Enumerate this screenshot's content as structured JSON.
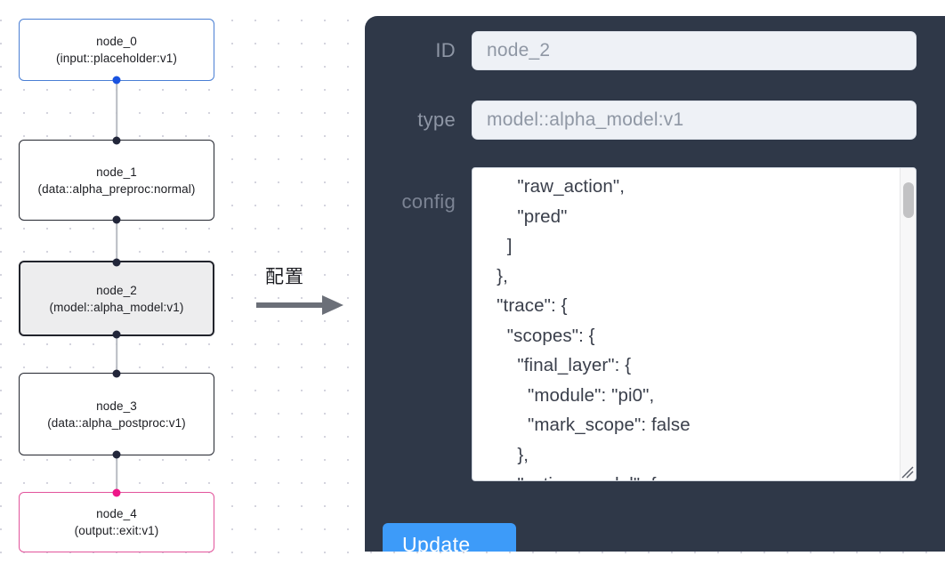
{
  "canvas": {
    "grid": "dotted",
    "nodes": [
      {
        "id": "node_0",
        "title": "node_0",
        "subtitle": "(input::placeholder:v1)",
        "accent": "#4a7fd4",
        "state": "normal",
        "handles": [
          "bottom"
        ]
      },
      {
        "id": "node_1",
        "title": "node_1",
        "subtitle": "(data::alpha_preproc:normal)",
        "accent": "#23262f",
        "state": "normal",
        "handles": [
          "top",
          "bottom"
        ]
      },
      {
        "id": "node_2",
        "title": "node_2",
        "subtitle": "(model::alpha_model:v1)",
        "accent": "#22242c",
        "state": "selected",
        "handles": [
          "top",
          "bottom"
        ]
      },
      {
        "id": "node_3",
        "title": "node_3",
        "subtitle": "(data::alpha_postproc:v1)",
        "accent": "#23262f",
        "state": "normal",
        "handles": [
          "top",
          "bottom"
        ]
      },
      {
        "id": "node_4",
        "title": "node_4",
        "subtitle": "(output::exit:v1)",
        "accent": "#e2549b",
        "state": "normal",
        "handles": [
          "top"
        ]
      }
    ],
    "edges": [
      {
        "from": "node_0",
        "to": "node_1"
      },
      {
        "from": "node_1",
        "to": "node_2"
      },
      {
        "from": "node_2",
        "to": "node_3"
      },
      {
        "from": "node_3",
        "to": "node_4"
      }
    ]
  },
  "annotation": {
    "label": "配置",
    "arrow": "right-arrow"
  },
  "panel": {
    "background": "#2f3848",
    "fields": [
      {
        "label": "ID",
        "value": "node_2"
      },
      {
        "label": "type",
        "value": "model::alpha_model:v1"
      }
    ],
    "config": {
      "label": "config",
      "value": "        \"raw_action\",\n        \"pred\"\n      ]\n    },\n    \"trace\": {\n      \"scopes\": {\n        \"final_layer\": {\n          \"module\": \"pi0\",\n          \"mark_scope\": false\n        },\n        \"action_model\": {",
      "scrollbar": {
        "position": "near-top"
      },
      "resize_handle": "bottom-right"
    },
    "update_button": {
      "label": "Update",
      "color": "#3d9bf9"
    }
  }
}
